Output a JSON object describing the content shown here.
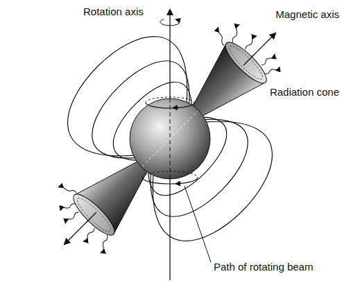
{
  "diagram": {
    "labels": [
      "Rotation axis",
      "Magnetic axis",
      "Radiation cone",
      "Path of rotating beam"
    ]
  }
}
